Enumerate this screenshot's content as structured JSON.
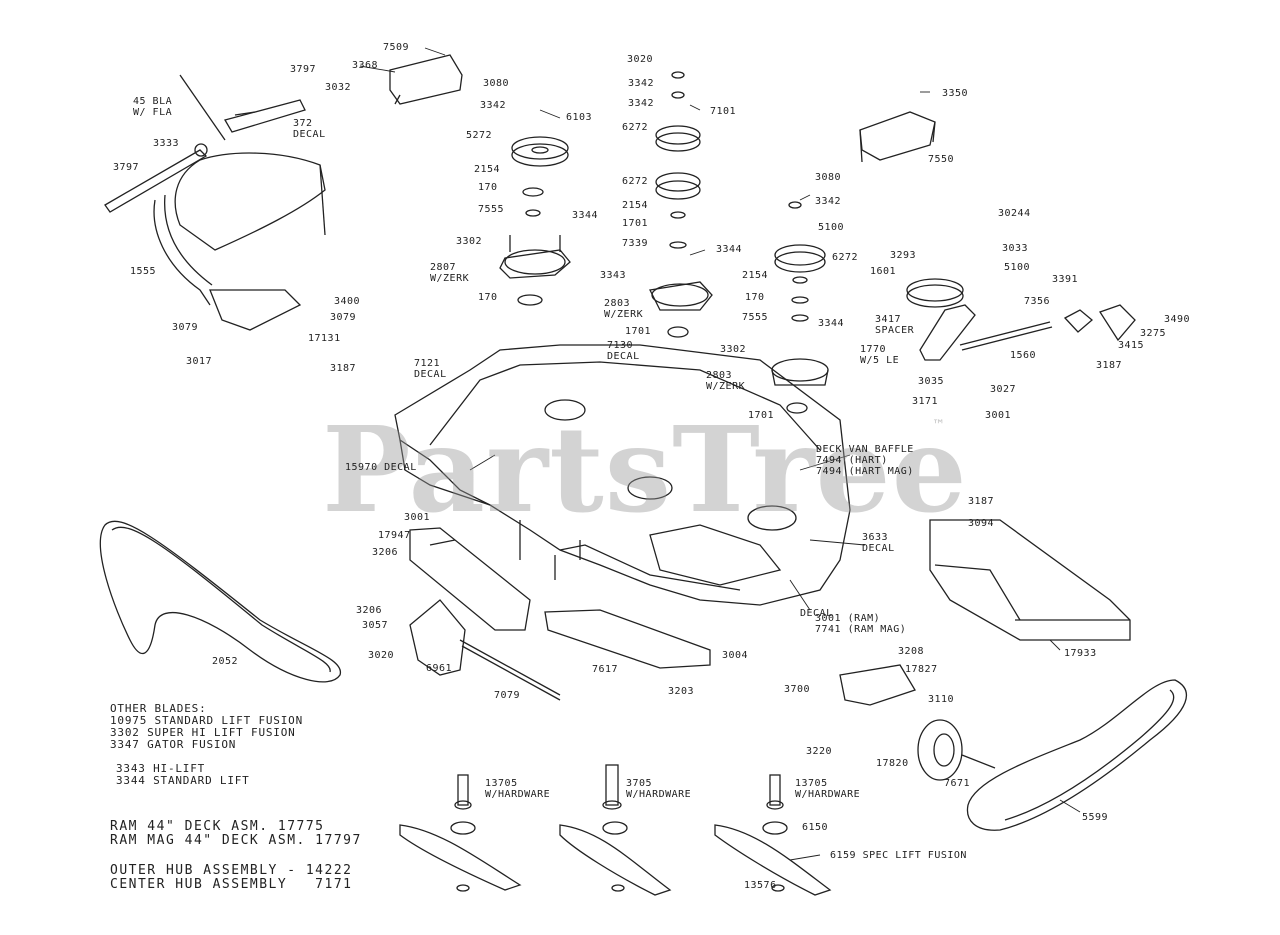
{
  "watermark": {
    "brand": "PartsTree",
    "tm": "™"
  },
  "labels": {
    "l7509": "7509",
    "l3368a": "3368",
    "l3032": "3032",
    "l3797": "3797",
    "l4510": "45 BLA\nW/ FLA",
    "l372": "372\nDECAL",
    "l3333": "3333",
    "l1555": "1555",
    "l3079": "3079",
    "l3017": "3017",
    "l3020": "3020",
    "l3080": "3080",
    "l3342a": "3342",
    "l3342b": "3342",
    "l6103": "6103",
    "l3342c": "3342",
    "l7101": "7101",
    "l6272a": "6272",
    "l5272": "5272",
    "l6272b": "6272",
    "l2154a": "2154",
    "l170a": "170",
    "l7555a": "7555",
    "l3344a": "3344",
    "l2154b": "2154",
    "l1701a": "1701",
    "l7339": "7339",
    "l3344b": "3344",
    "l3302": "3302",
    "l2807a": "2807\nW/ZERK",
    "l3343": "3343",
    "l2803a": "2803\nW/ZERK",
    "l170b": "170",
    "l1701b": "1701",
    "l3350": "3350",
    "l7550": "7550",
    "l3080b": "3080",
    "l3342d": "3342",
    "l5100": "5100",
    "l30244": "30244",
    "l6272c": "6272",
    "l3293": "3293",
    "l3033": "3033",
    "l1601": "1601",
    "l5100b": "5100",
    "l2154c": "2154",
    "l170c": "170",
    "l7555b": "7555",
    "l3344c": "3344",
    "l3302b": "3302",
    "l2803b": "2803\nW/ZERK",
    "l1701c": "1701",
    "l3391": "3391",
    "l7356": "7356",
    "l3417": "3417\nSPACER",
    "l1770": "1770\nW/5 LE",
    "l1560": "1560",
    "l3035": "3035",
    "l3027": "3027",
    "l3171": "3171",
    "l3001": "3001",
    "l3490": "3490",
    "l3275": "3275",
    "l3415": "3415",
    "l3187a": "3187",
    "l3400": "3400",
    "l3079b": "3079",
    "l17131": "17131",
    "l3187b": "3187",
    "l7121": "7121\nDECAL",
    "l7130": "7130\nDECAL",
    "l15970": "15970 DECAL",
    "l7494": "DECK VAN BAFFLE\n7494 (HART)\n7494 (HART MAG)",
    "l3001b": "3001",
    "l17947": "17947",
    "l3206a": "3206",
    "l3633": "3633\nDECAL",
    "l3187c": "3187",
    "l3094": "3094",
    "l3206b": "3206",
    "l3057": "3057",
    "l3020b": "3020",
    "l6961": "6961",
    "l2052": "2052",
    "l7617": "7617",
    "l3004": "3004",
    "l3203": "3203",
    "l7079": "7079",
    "l17933": "17933",
    "l3001c": "3001 (RAM)\n7741 (RAM MAG)",
    "decal3": "DECAL",
    "l3208": "3208",
    "l17827": "17827",
    "l3700": "3700",
    "l3110": "3110",
    "l17820": "17820",
    "l7671": "7671",
    "l3220": "3220",
    "l5599": "5599",
    "l3705a": "13705\nW/HARDWARE",
    "l3705b": "3705\nW/HARDWARE",
    "l3705c": "13705\nW/HARDWARE",
    "l6150": "6150",
    "l6159": "6159 SPEC LIFT FUSION",
    "l13576": "13576"
  },
  "notes": {
    "other_blades": "OTHER BLADES:\n10975 STANDARD LIFT FUSION\n3302 SUPER HI LIFT FUSION\n3347 GATOR FUSION",
    "hi_lift": "3343 HI-LIFT\n3344 STANDARD LIFT",
    "assy": "RAM 44\" DECK ASM. 17775\nRAM MAG 44\" DECK ASM. 17797",
    "outer": "OUTER HUB ASSEMBLY - 14222\nCENTER HUB ASSEMBLY   7171"
  }
}
